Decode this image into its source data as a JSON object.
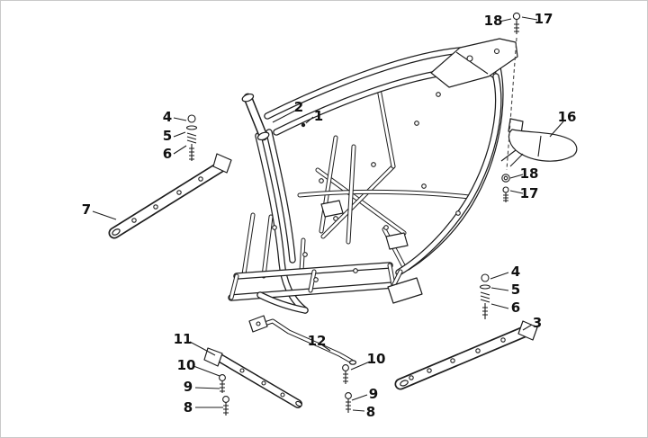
{
  "figure": {
    "type": "exploded-parts-diagram",
    "background": "#ffffff",
    "line_color": "#1d1d1d",
    "border_color": "#c9c9c9"
  },
  "callouts": [
    {
      "label": "18"
    },
    {
      "label": "17"
    },
    {
      "label": "16"
    },
    {
      "label": "18"
    },
    {
      "label": "17"
    },
    {
      "label": "4"
    },
    {
      "label": "5"
    },
    {
      "label": "6"
    },
    {
      "label": "2"
    },
    {
      "label": "1"
    },
    {
      "label": "7"
    },
    {
      "label": "4"
    },
    {
      "label": "5"
    },
    {
      "label": "6"
    },
    {
      "label": "3"
    },
    {
      "label": "11"
    },
    {
      "label": "10"
    },
    {
      "label": "9"
    },
    {
      "label": "8"
    },
    {
      "label": "12"
    },
    {
      "label": "10"
    },
    {
      "label": "9"
    },
    {
      "label": "8"
    }
  ]
}
